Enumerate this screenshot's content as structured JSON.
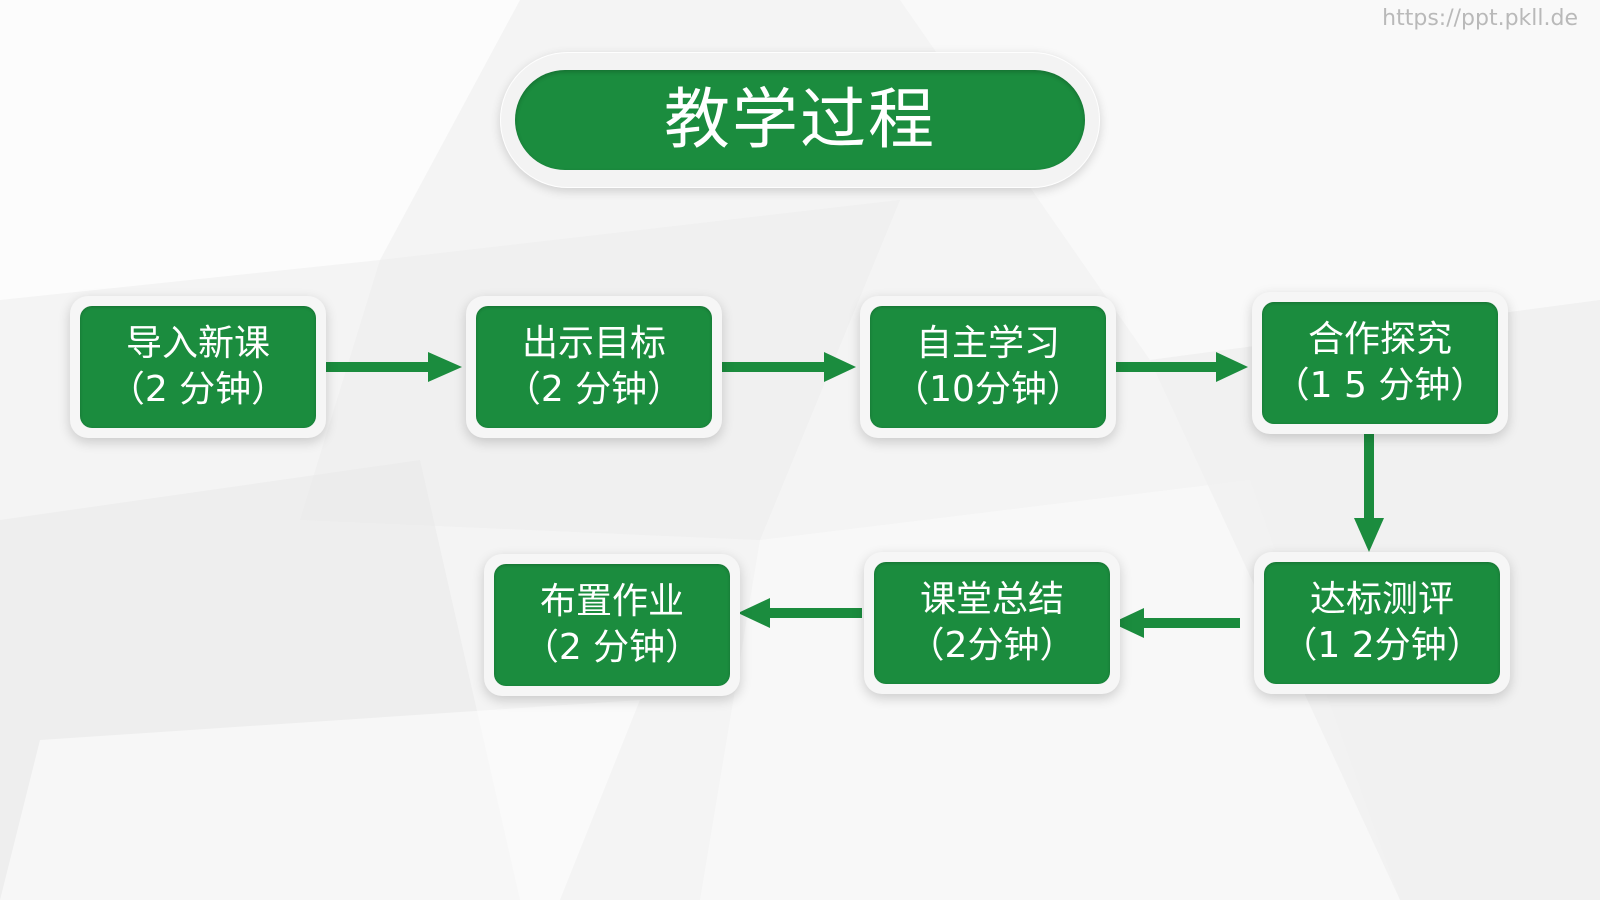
{
  "watermark": "https://ppt.pkll.de",
  "title": "教学过程",
  "colors": {
    "accent": "#1b8c3e",
    "frame": "#f6f6f6",
    "background": "#f4f4f4"
  },
  "steps": [
    {
      "name": "导入新课",
      "duration": "（2 分钟）"
    },
    {
      "name": "出示目标",
      "duration": "（2 分钟）"
    },
    {
      "name": "自主学习",
      "duration": "（10分钟）"
    },
    {
      "name": "合作探究",
      "duration": "（1 5 分钟）"
    },
    {
      "name": "达标测评",
      "duration": "（1 2分钟）"
    },
    {
      "name": "课堂总结",
      "duration": "（2分钟）"
    },
    {
      "name": "布置作业",
      "duration": "（2 分钟）"
    }
  ]
}
